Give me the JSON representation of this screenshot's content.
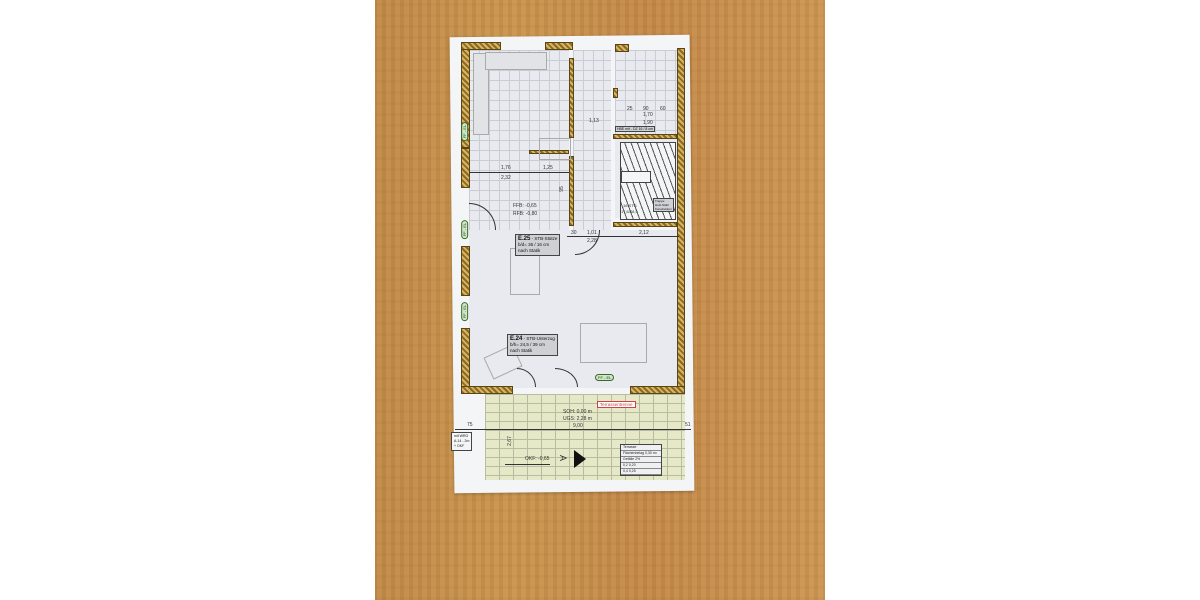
{
  "scene": {
    "description": "Photograph of a printed architectural ground-floor plan lying on a wooden table",
    "background_color": "#c48e4e",
    "paper_color": "#f4f5f7"
  },
  "plan": {
    "rooms": [
      {
        "id": "E.25",
        "label": "E.25",
        "line1": "- STB-Stütze",
        "line2": "b/d= 36 / 16 cm",
        "line3": "nach Statik"
      },
      {
        "id": "E.24",
        "label": "E.24",
        "line1": "- STB-Unterzug",
        "line2": "b/h= 24,5 / 39 cm",
        "line3": "nach Statik"
      }
    ],
    "levels": {
      "ffb": "FFB: -0,65",
      "rfb": "RFB: -0,80",
      "okf": "OKF: -0,65",
      "soh": "SOH: 0,00 m",
      "ugs": "UGS: 2,28 m"
    },
    "dimensions": {
      "kitchen_width_top": "1,76",
      "kitchen_width_bottom": "2,32",
      "hall_width": "1,25",
      "corridor_width": "1,13",
      "bath_dim_1": "1,70",
      "bath_dim_2": "1,90",
      "bath_dim_small_a": "25",
      "bath_dim_small_b": "90",
      "bath_dim_small_c": "60",
      "door_30": "30",
      "door_101": "1,01",
      "door_228": "2,28",
      "right_212": "2,12",
      "terrace_width": "9,00",
      "left_75": "75",
      "right_51": "51",
      "vertical_1": "95",
      "vertical_2": "32",
      "vertical_terrace": "2,67"
    },
    "stairs": {
      "label": "16 STG",
      "ratio": "17,6/28,5",
      "note_line1": "Treppe",
      "note_line2": "Holz-Stahl",
      "note_line3": "Konstruktion"
    },
    "bath_note": "HBE mit - DZ 16 / 8 cm",
    "tags": {
      "window_left_1": "FF - EL",
      "window_left_2": "FF - EL",
      "window_left_3": "FF - EL",
      "window_bottom": "FF - EL",
      "kitchen_window": "FF - EL"
    },
    "terrace_tag": "Terrassentrenne",
    "section_marker": "A",
    "left_note_line1": "mit WRG",
    "left_note_line2": "A-14 - 2m",
    "left_note_line3": "+ OKF",
    "legend": {
      "title": "Terrasse",
      "rows": [
        [
          "Flächenbelag",
          "0,30 m²"
        ],
        [
          "Gefälle",
          "2%"
        ],
        [
          "0,2",
          "0,20"
        ],
        [
          "0,4",
          "0,25"
        ]
      ]
    }
  }
}
